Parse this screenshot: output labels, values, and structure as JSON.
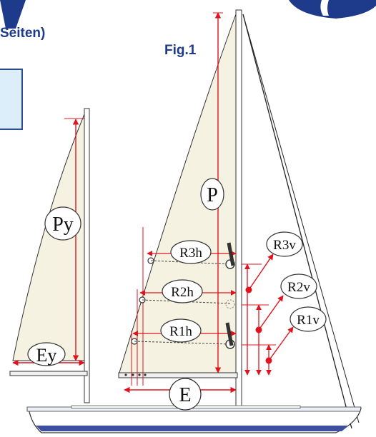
{
  "header": {
    "title_fragment": "Seiten)",
    "figure_label": "Fig.1"
  },
  "labels": {
    "p": "P",
    "e": "E",
    "py": "Py",
    "ey": "Ey",
    "r3h": "R3h",
    "r2h": "R2h",
    "r1h": "R1h",
    "r3v": "R3v",
    "r2v": "R2v",
    "r1v": "R1v"
  },
  "colors": {
    "sail": "#f6f2e2",
    "measure": "#e0141e",
    "hull": "#ffffff",
    "hull_stripe": "#3f4fa0",
    "logo": "#1e3a8a",
    "info_box": "#dbeef9"
  }
}
